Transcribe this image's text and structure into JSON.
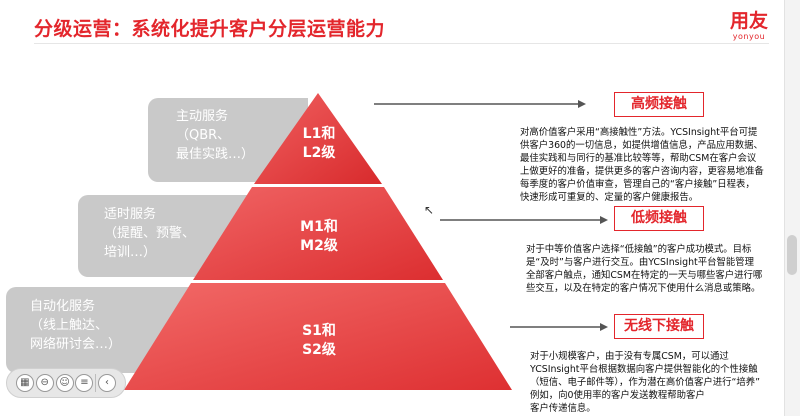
{
  "slide": {
    "title": "分级运营：系统化提升客户分层运营能力",
    "logo": {
      "main": "用友",
      "sub": "yonyou"
    },
    "accent_color": "#e3262c",
    "pyramid_colors": [
      "#e73d3e",
      "#e9423f",
      "#ec4b47"
    ],
    "tier_box_color": "#c9c9c9"
  },
  "tiers": [
    {
      "service_lines": [
        "主动服务",
        "（QBR、",
        "最佳实践…）"
      ],
      "pyramid_lines": [
        "L1和",
        "L2级"
      ],
      "heading": "高频接触",
      "desc_lines": [
        "对高价值客户采用“高接触性”方法。YCSInsight平台可提",
        "供客户360的一切信息，如提供增值信息，产品应用数据、",
        "最佳实践和与同行的基准比较等等，帮助CSM在客户会议",
        "上做更好的准备，提供更多的客户咨询内容，更容易地准备",
        "每季度的客户价值审查，管理自己的“客户接触”日程表，",
        "快速形成可重复的、定量的客户健康报告。"
      ]
    },
    {
      "service_lines": [
        "适时服务",
        "（提醒、预警、",
        "培训…）"
      ],
      "pyramid_lines": [
        "M1和",
        "M2级"
      ],
      "heading": "低频接触",
      "desc_lines": [
        "对于中等价值客户选择“低接触”的客户成功模式。目标",
        "是“及时”与客户进行交互。由YCSInsight平台智能管理",
        "全部客户触点，通知CSM在特定的一天与哪些客户进行哪",
        "些交互，以及在特定的客户情况下使用什么消息或策略。"
      ]
    },
    {
      "service_lines": [
        "自动化服务",
        "（线上触达、",
        "网络研讨会…）"
      ],
      "pyramid_lines": [
        "S1和",
        "S2级"
      ],
      "heading": "无线下接触",
      "desc_lines": [
        "对于小规模客户，由于没有专属CSM，可以通过",
        "YCSInsight平台根据数据向客户提供智能化的个性接触",
        "（短信、电子邮件等），作为潜在高价值客户进行“培养”",
        "例如，向0使用率的客户发送教程帮助客户",
        "客户传递信息。"
      ]
    }
  ],
  "toolbar": {
    "buttons": [
      "grid-icon",
      "zoom-out-icon",
      "chat-icon",
      "menu-icon",
      "collapse-left-icon"
    ],
    "glyphs": [
      "▦",
      "⊖",
      "☺",
      "≡",
      "‹"
    ]
  }
}
